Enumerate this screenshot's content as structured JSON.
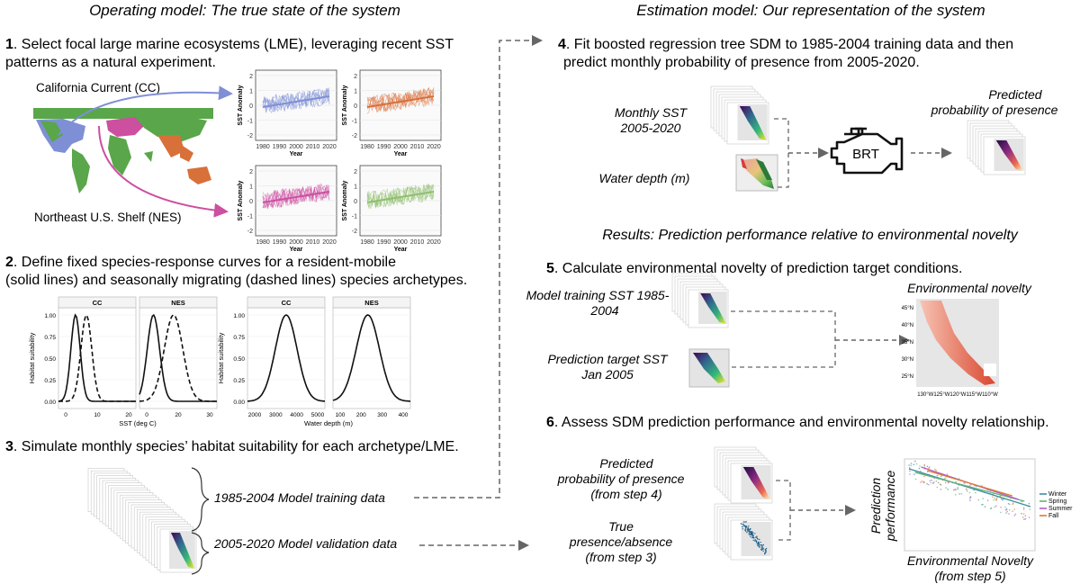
{
  "left_header": "Operating model: The true state of the system",
  "right_header": "Estimation model: Our representation of the system",
  "results_header": "Results: Prediction performance relative to environmental novelty",
  "step1": {
    "num": "1",
    "line1": ". Select focal large marine ecosystems (LME), leveraging recent SST",
    "line2": "patterns as a natural experiment.",
    "cc_label": "California Current (CC)",
    "nes_label": "Northeast U.S. Shelf (NES)",
    "ylabel": "SST Anomaly",
    "xlabel": "Year",
    "xticks": [
      "1980",
      "1990",
      "2000",
      "2010",
      "2020"
    ],
    "yticks": [
      "2",
      "1",
      "0",
      "-1",
      "-2"
    ]
  },
  "step2": {
    "num": "2",
    "line1": ". Define fixed species-response curves for a resident-mobile",
    "line2": "(solid lines) and seasonally migrating (dashed lines) species archetypes.",
    "panel_cc": "CC",
    "panel_nes": "NES",
    "ylabel": "Habitat suitability",
    "xlabel_sst": "SST (deg C)",
    "xlabel_depth": "Water depth (m)",
    "yticks": [
      "1.00",
      "0.75",
      "0.50",
      "0.25",
      "0.00"
    ],
    "sst_ticks": [
      "0",
      "10",
      "20",
      "30"
    ],
    "depth_ticks": [
      "2000",
      "3000",
      "4000",
      "5000",
      "100",
      "200",
      "300",
      "400"
    ]
  },
  "step3": {
    "num": "3",
    "text": ". Simulate monthly species’ habitat suitability for each archetype/LME.",
    "training": "1985-2004 Model training data",
    "validation": "2005-2020 Model validation data"
  },
  "step4": {
    "num": "4",
    "line1": ". Fit boosted regression tree SDM to 1985-2004 training data and then",
    "line2": "predict monthly probability of presence from 2005-2020.",
    "monthly_sst_1": "Monthly SST",
    "monthly_sst_2": "2005-2020",
    "water_depth": "Water depth (m)",
    "brt": "BRT",
    "pred_1": "Predicted",
    "pred_2": "probability of presence"
  },
  "step5": {
    "num": "5",
    "text": ". Calculate environmental novelty of prediction target conditions.",
    "train_1": "Model training SST 1985-",
    "train_2": "2004",
    "target_1": "Prediction target SST",
    "target_2": "Jan 2005",
    "novelty_title": "Environmental novelty",
    "lat_ticks": [
      "45°N",
      "40°N",
      "35°N",
      "30°N",
      "25°N"
    ],
    "lon_ticks": "130°W125°W120°W115°W110°W"
  },
  "step6": {
    "num": "6",
    "text": ". Assess SDM prediction performance and environmental novelty relationship.",
    "pred_1": "Predicted",
    "pred_2": "probability of presence",
    "pred_3": "(from step 4)",
    "true_1": "True",
    "true_2": "presence/absence",
    "true_3": "(from step 3)",
    "ylabel_1": "Prediction",
    "ylabel_2": "performance",
    "xlabel_1": "Environmental Novelty",
    "xlabel_2": "(from step 5)",
    "legend": [
      "Winter",
      "Spring",
      "Summer",
      "Fall"
    ]
  },
  "colors": {
    "cc_blue": "#7f8fd6",
    "nes_pink": "#cc4fa0",
    "orange": "#d8703a",
    "green_line": "#8fbf6f",
    "map_green": "#5aa64a",
    "winter": "#3b8fa0",
    "spring": "#63b37a",
    "summer": "#b05fc2",
    "fall": "#e07a2e"
  }
}
